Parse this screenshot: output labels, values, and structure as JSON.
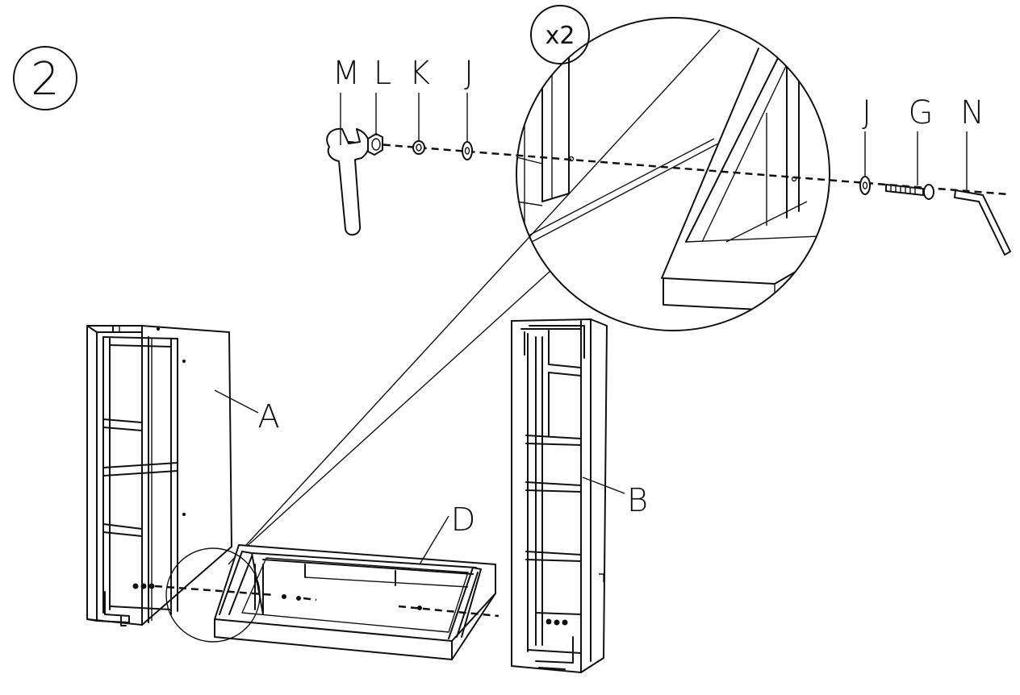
{
  "step": {
    "number": "2"
  },
  "multiplier": "x2",
  "hardware_labels": {
    "M": "M",
    "L": "L",
    "K": "K",
    "J_left": "J",
    "J_right": "J",
    "G": "G",
    "N": "N"
  },
  "part_labels": {
    "A": "A",
    "B": "B",
    "D": "D"
  },
  "icons": [
    "wrench-icon",
    "nut-icon",
    "lock-washer-icon",
    "washer-icon",
    "bolt-icon",
    "allen-key-icon"
  ]
}
